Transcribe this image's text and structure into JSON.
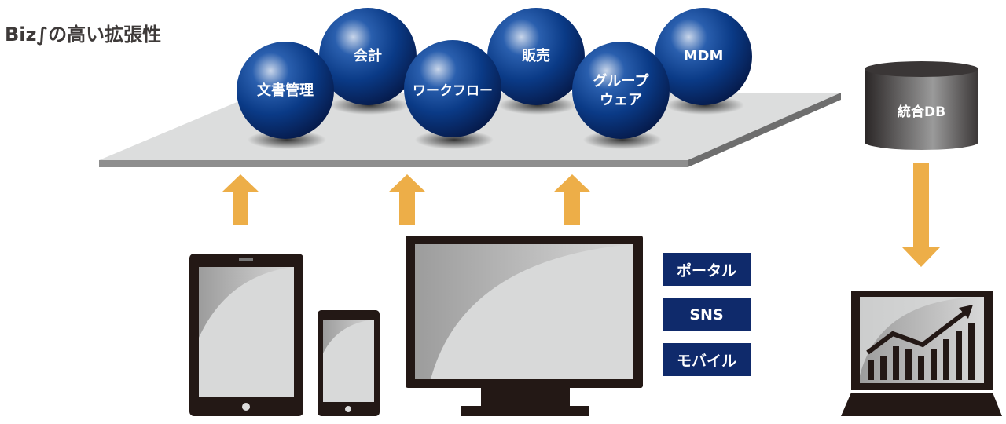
{
  "title": "Biz∫の高い拡張性",
  "modules": [
    "文書管理",
    "会計",
    "ワークフロー",
    "販売",
    "グループウェア",
    "MDM"
  ],
  "channels": [
    "ポータル",
    "SNS",
    "モバイル"
  ],
  "database": "統合DB",
  "colors": {
    "sphere": "#0a3a86",
    "arrow": "#edae48",
    "label_bg": "#0f2a6b",
    "device": "#231815"
  }
}
